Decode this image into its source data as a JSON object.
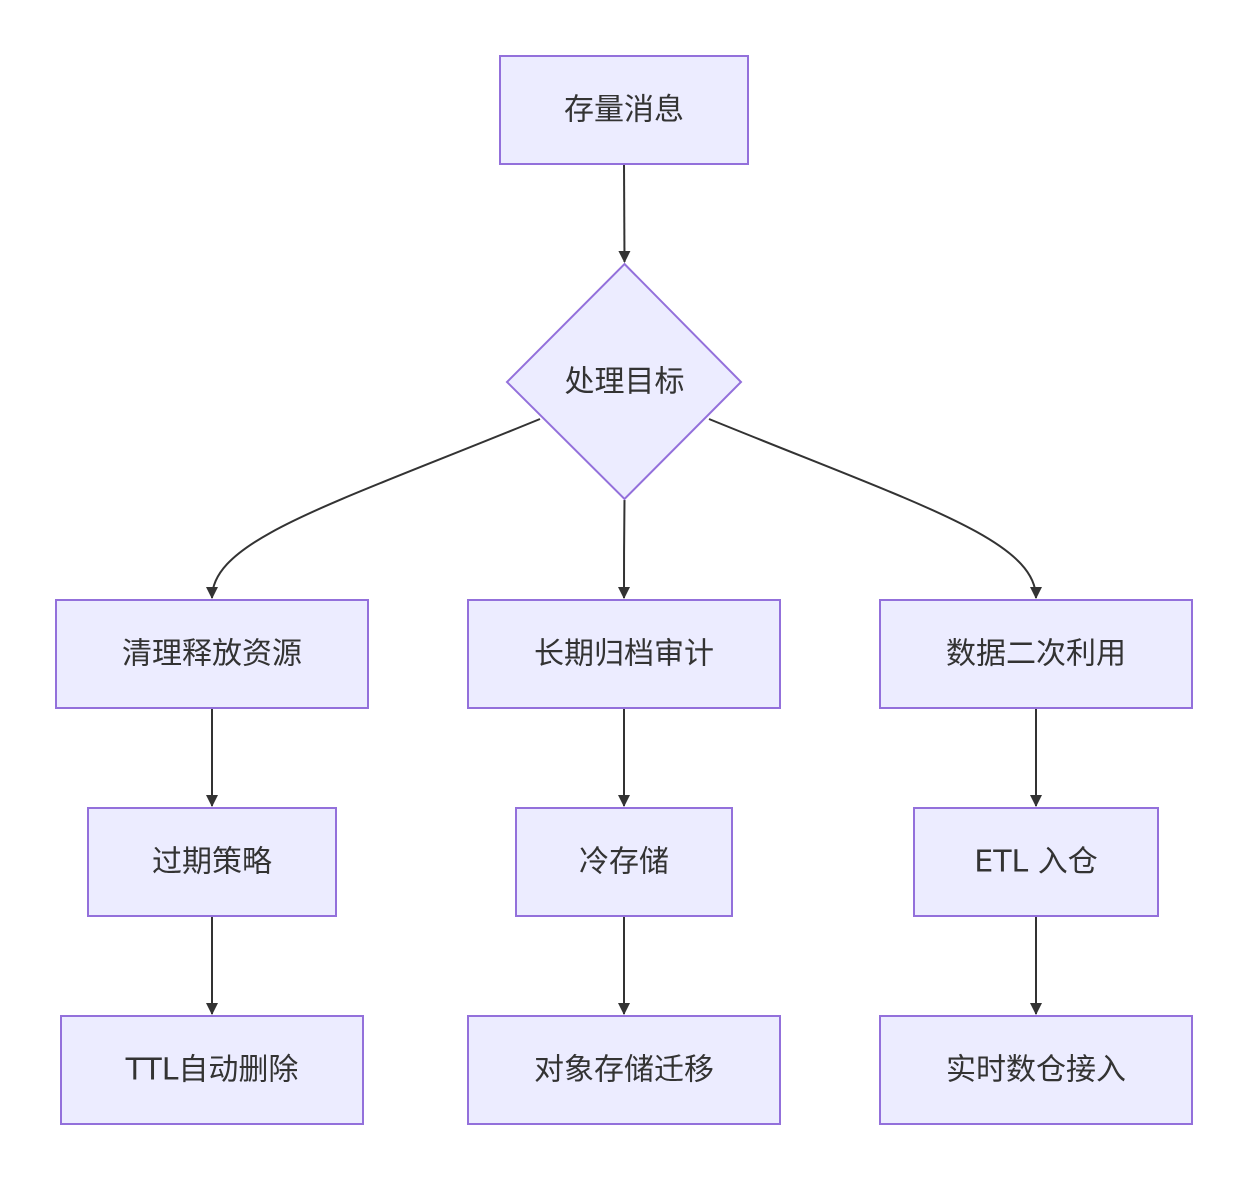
{
  "diagram": {
    "type": "flowchart",
    "colors": {
      "node_fill": "#ECECFF",
      "node_stroke": "#9370DB",
      "edge": "#333333",
      "text": "#333333",
      "background": "#ffffff"
    },
    "nodes": {
      "root": "存量消息",
      "decision": "处理目标",
      "branch_cleanup": "清理释放资源",
      "branch_archive": "长期归档审计",
      "branch_reuse": "数据二次利用",
      "cleanup_policy": "过期策略",
      "archive_cold": "冷存储",
      "reuse_etl": "ETL 入仓",
      "cleanup_ttl": "TTL自动删除",
      "archive_object": "对象存储迁移",
      "reuse_realtime": "实时数仓接入"
    },
    "edges": [
      [
        "root",
        "decision"
      ],
      [
        "decision",
        "branch_cleanup"
      ],
      [
        "decision",
        "branch_archive"
      ],
      [
        "decision",
        "branch_reuse"
      ],
      [
        "branch_cleanup",
        "cleanup_policy"
      ],
      [
        "cleanup_policy",
        "cleanup_ttl"
      ],
      [
        "branch_archive",
        "archive_cold"
      ],
      [
        "archive_cold",
        "archive_object"
      ],
      [
        "branch_reuse",
        "reuse_etl"
      ],
      [
        "reuse_etl",
        "reuse_realtime"
      ]
    ]
  }
}
